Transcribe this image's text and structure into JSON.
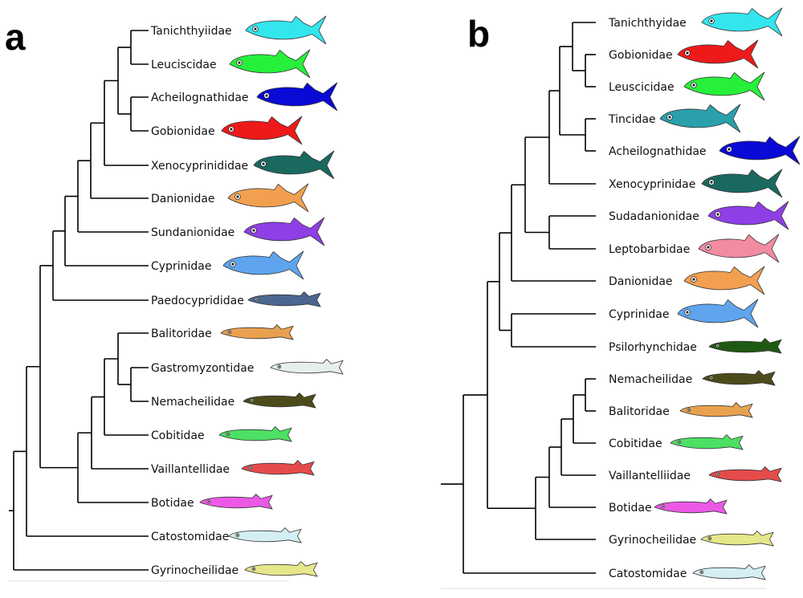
{
  "panels": [
    {
      "letter": "a",
      "taxa": [
        {
          "name": "Tanichthyiidae",
          "color": "#33e6ee"
        },
        {
          "name": "Leuciscidae",
          "color": "#27f03a"
        },
        {
          "name": "Acheilognathidae",
          "color": "#0a0ad6"
        },
        {
          "name": "Gobionidae",
          "color": "#ee1a1a"
        },
        {
          "name": "Xenocyprinididae",
          "color": "#19695f"
        },
        {
          "name": "Danionidae",
          "color": "#f2a04f"
        },
        {
          "name": "Sundanionidae",
          "color": "#8f3fe6"
        },
        {
          "name": "Cyprinidae",
          "color": "#5fa5ee"
        },
        {
          "name": "Paedocyprididae",
          "color": "#4c6690"
        },
        {
          "name": "Balitoridae",
          "color": "#e9a14f"
        },
        {
          "name": "Gastromyzontidae",
          "color": "#e6eeee"
        },
        {
          "name": "Nemacheilidae",
          "color": "#4c4c1b"
        },
        {
          "name": "Cobitidae",
          "color": "#4ce064"
        },
        {
          "name": "Vaillantellidae",
          "color": "#e64b4b"
        },
        {
          "name": "Botidae",
          "color": "#ec59e6"
        },
        {
          "name": "Catostomidae",
          "color": "#d4eff3"
        },
        {
          "name": "Gyrinocheilidae",
          "color": "#e6e68a"
        }
      ]
    },
    {
      "letter": "b",
      "taxa": [
        {
          "name": "Tanichthyidae",
          "color": "#33e6ee"
        },
        {
          "name": "Gobionidae",
          "color": "#ee1a1a"
        },
        {
          "name": "Leuscicidae",
          "color": "#27f03a"
        },
        {
          "name": "Tincidae",
          "color": "#2aa0ab"
        },
        {
          "name": "Acheilognathidae",
          "color": "#0a0ad6"
        },
        {
          "name": "Xenocyprinidae",
          "color": "#19695f"
        },
        {
          "name": "Sudadanionidae",
          "color": "#8f3fe6"
        },
        {
          "name": "Leptobarbidae",
          "color": "#f28ca0"
        },
        {
          "name": "Danionidae",
          "color": "#f2a04f"
        },
        {
          "name": "Cyprinidae",
          "color": "#5fa5ee"
        },
        {
          "name": "Psilorhynchidae",
          "color": "#1f5a12"
        },
        {
          "name": "Nemacheilidae",
          "color": "#4c4c1b"
        },
        {
          "name": "Balitoridae",
          "color": "#e9a14f"
        },
        {
          "name": "Cobitidae",
          "color": "#4ce064"
        },
        {
          "name": "Vaillantelliidae",
          "color": "#e64b4b"
        },
        {
          "name": "Botidae",
          "color": "#ec59e6"
        },
        {
          "name": "Gyrinocheilidae",
          "color": "#e6e68a"
        },
        {
          "name": "Catostomidae",
          "color": "#d4eff3"
        }
      ]
    }
  ]
}
